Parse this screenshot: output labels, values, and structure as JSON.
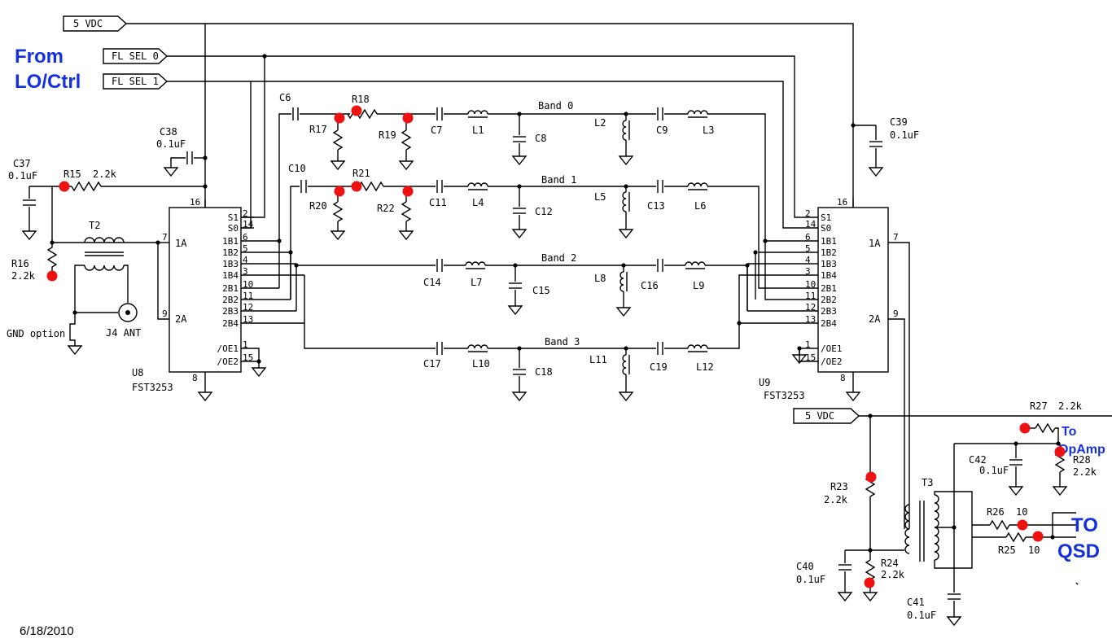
{
  "nets": {
    "vdc": "5 VDC",
    "fl_sel_0": "FL SEL 0",
    "fl_sel_1": "FL SEL 1"
  },
  "annotations": {
    "from_line1": "From",
    "from_line2": "LO/Ctrl",
    "to_qsd_line1": "TO",
    "to_qsd_line2": "QSD",
    "to_opamp_line1": "To",
    "to_opamp_line2": "OpAmp",
    "date": "6/18/2010",
    "gnd_option": "GND option"
  },
  "chips": {
    "u8": {
      "ref": "U8",
      "part": "FST3253"
    },
    "u9": {
      "ref": "U9",
      "part": "FST3253"
    },
    "pins_left": [
      "S1",
      "S0",
      "1B1",
      "1B2",
      "1B3",
      "1B4",
      "2B1",
      "2B2",
      "2B3",
      "2B4",
      "/OE1",
      "/OE2"
    ],
    "pin_numbers": [
      "2",
      "14",
      "6",
      "5",
      "4",
      "3",
      "10",
      "11",
      "12",
      "13",
      "1",
      "15"
    ],
    "pin_1a": "1A",
    "pin_2a": "2A",
    "num_1a": "7",
    "num_2a": "9",
    "num_vcc": "16",
    "num_gnd": "8"
  },
  "bands": {
    "b0": "Band 0",
    "b1": "Band 1",
    "b2": "Band 2",
    "b3": "Band 3"
  },
  "components": {
    "C6": "C6",
    "C7": "C7",
    "C8": "C8",
    "C9": "C9",
    "C10": "C10",
    "C11": "C11",
    "C12": "C12",
    "C13": "C13",
    "C14": "C14",
    "C15": "C15",
    "C16": "C16",
    "C17": "C17",
    "C18": "C18",
    "C19": "C19",
    "L1": "L1",
    "L2": "L2",
    "L3": "L3",
    "L4": "L4",
    "L5": "L5",
    "L6": "L6",
    "L7": "L7",
    "L8": "L8",
    "L9": "L9",
    "L10": "L10",
    "L11": "L11",
    "L12": "L12",
    "R17": "R17",
    "R18": "R18",
    "R19": "R19",
    "R20": "R20",
    "R21": "R21",
    "R22": "R22",
    "C37": "C37",
    "C37_val": "0.1uF",
    "C38": "C38",
    "C38_val": "0.1uF",
    "C39": "C39",
    "C39_val": "0.1uF",
    "R15": "R15",
    "R15_val": "2.2k",
    "R16": "R16",
    "R16_val": "2.2k",
    "T2": "T2",
    "T3": "T3",
    "J4": "J4 ANT",
    "R27": "R27",
    "R27_val": "2.2k",
    "R28": "R28",
    "R28_val": "2.2k",
    "C42": "C42",
    "C42_val": "0.1uF",
    "R23": "R23",
    "R23_val": "2.2k",
    "R24": "R24",
    "R24_val": "2.2k",
    "C40": "C40",
    "C40_val": "0.1uF",
    "C41": "C41",
    "C41_val": "0.1uF",
    "R25": "R25",
    "R25_val": "10",
    "R26": "R26",
    "R26_val": "10"
  },
  "colors": {
    "line": "#000000",
    "test_point": "#ee1111",
    "annotation": "#1530e0"
  }
}
